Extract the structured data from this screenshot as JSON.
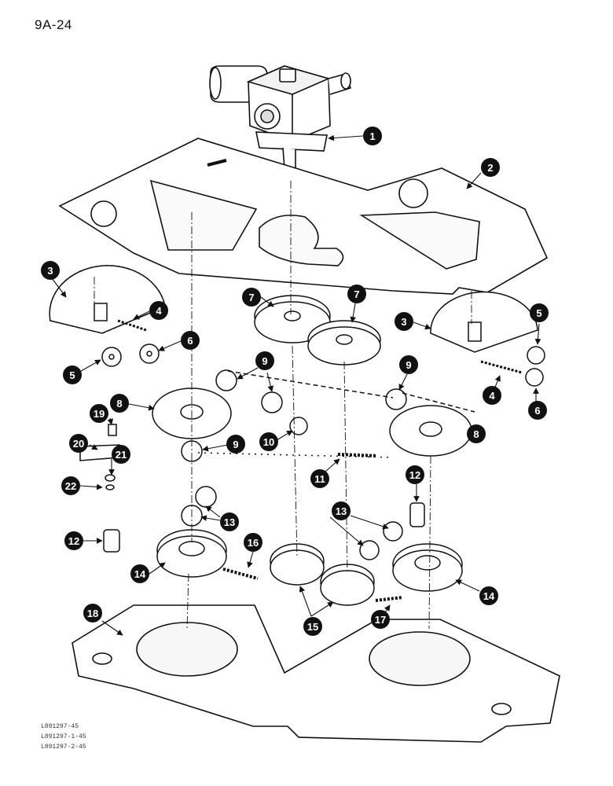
{
  "page": {
    "number": "9A-24"
  },
  "figure_refs": [
    "L891297-45",
    "L891297-1-45",
    "L891297-2-45"
  ],
  "callouts": [
    {
      "id": "c1",
      "label": "1"
    },
    {
      "id": "c2",
      "label": "2"
    },
    {
      "id": "c3a",
      "label": "3"
    },
    {
      "id": "c3b",
      "label": "3"
    },
    {
      "id": "c4a",
      "label": "4"
    },
    {
      "id": "c4b",
      "label": "4"
    },
    {
      "id": "c5a",
      "label": "5"
    },
    {
      "id": "c5b",
      "label": "5"
    },
    {
      "id": "c6a",
      "label": "6"
    },
    {
      "id": "c6b",
      "label": "6"
    },
    {
      "id": "c7a",
      "label": "7"
    },
    {
      "id": "c7b",
      "label": "7"
    },
    {
      "id": "c8a",
      "label": "8"
    },
    {
      "id": "c8b",
      "label": "8"
    },
    {
      "id": "c9a",
      "label": "9"
    },
    {
      "id": "c9b",
      "label": "9"
    },
    {
      "id": "c9c",
      "label": "9"
    },
    {
      "id": "c10",
      "label": "10"
    },
    {
      "id": "c11",
      "label": "11"
    },
    {
      "id": "c12a",
      "label": "12"
    },
    {
      "id": "c12b",
      "label": "12"
    },
    {
      "id": "c13a",
      "label": "13"
    },
    {
      "id": "c13b",
      "label": "13"
    },
    {
      "id": "c14a",
      "label": "14"
    },
    {
      "id": "c14b",
      "label": "14"
    },
    {
      "id": "c15",
      "label": "15"
    },
    {
      "id": "c16",
      "label": "16"
    },
    {
      "id": "c17",
      "label": "17"
    },
    {
      "id": "c18",
      "label": "18"
    },
    {
      "id": "c19",
      "label": "19"
    },
    {
      "id": "c20",
      "label": "20"
    },
    {
      "id": "c21",
      "label": "21"
    },
    {
      "id": "c22",
      "label": "22"
    }
  ]
}
